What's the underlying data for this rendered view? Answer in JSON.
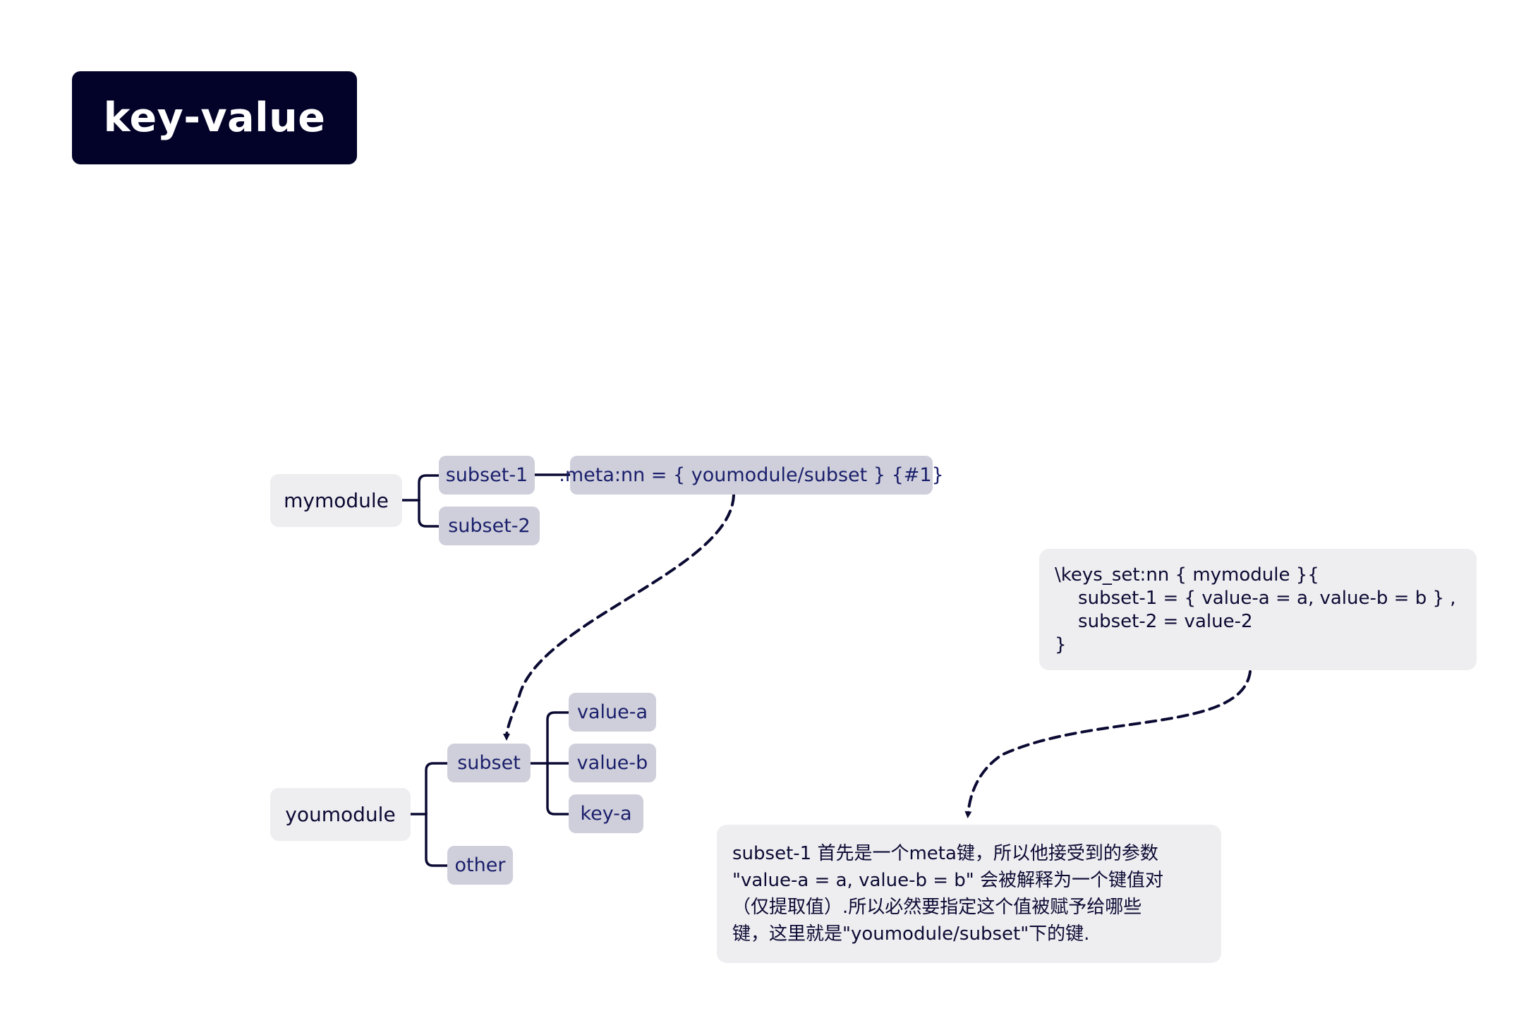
{
  "title": "key-value",
  "nodes": {
    "mymodule": "mymodule",
    "subset_1": "subset-1",
    "subset_2": "subset-2",
    "meta": ".meta:nn = { youmodule/subset } {#1}",
    "youmodule": "youmodule",
    "subset": "subset",
    "other": "other",
    "value_a": "value-a",
    "value_b": "value-b",
    "key_a": "key-a"
  },
  "code_note": {
    "lines": [
      "\\keys_set:nn { mymodule }{",
      "    subset-1 = { value-a = a, value-b = b } ,",
      "    subset-2 = value-2",
      "}"
    ]
  },
  "explain_note": {
    "lines": [
      "subset-1 首先是一个meta键，所以他接受到的参数",
      "\"value-a = a, value-b = b\" 会被解释为一个键值对",
      "（仅提取值）.所以必然要指定这个值被赋予给哪些",
      "键，这里就是\"youmodule/subset\"下的键."
    ]
  },
  "colors": {
    "title_bg": "#03032a",
    "root_bg": "#eeedf0",
    "sub_bg": "#cfcfdb",
    "line": "#0b0a33",
    "sub_text": "#1a1f6b"
  }
}
